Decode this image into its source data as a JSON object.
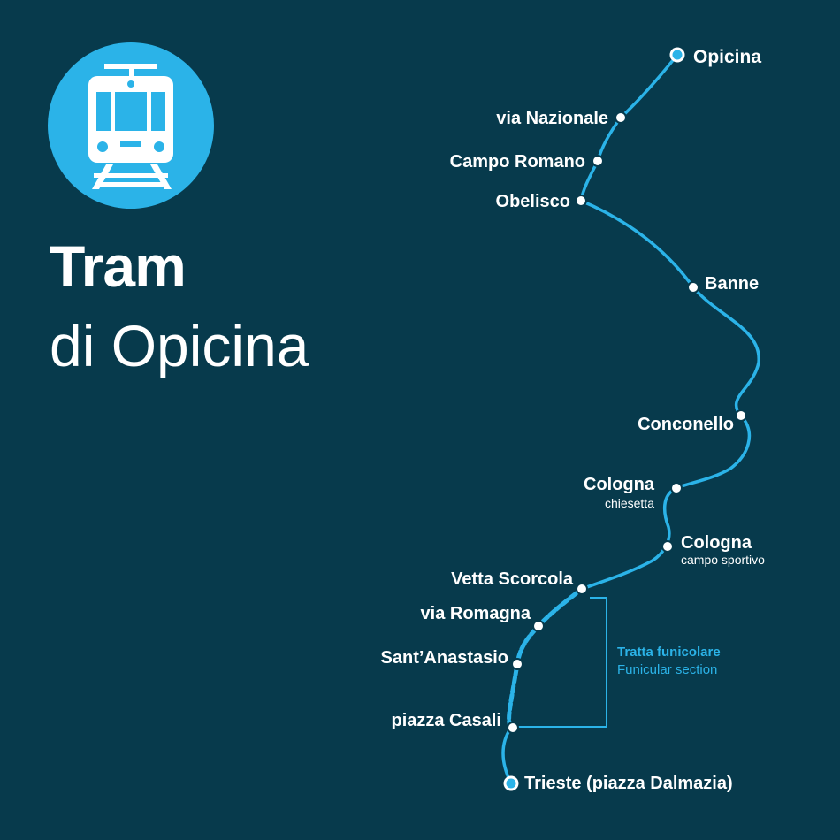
{
  "title": {
    "line1": "Tram",
    "line2": "di Opicina"
  },
  "icon": {
    "name": "tram-icon",
    "circle_color": "#2bb3e8",
    "glyph_color": "#ffffff"
  },
  "colors": {
    "background": "#073a4c",
    "line": "#2bb3e8",
    "text": "#ffffff",
    "funicular_label": "#2bb3e8"
  },
  "stops": [
    {
      "id": "opicina",
      "name": "Opicina",
      "terminus": true
    },
    {
      "id": "via-nazionale",
      "name": "via Nazionale"
    },
    {
      "id": "campo-romano",
      "name": "Campo Romano"
    },
    {
      "id": "obelisco",
      "name": "Obelisco"
    },
    {
      "id": "banne",
      "name": "Banne"
    },
    {
      "id": "conconello",
      "name": "Conconello"
    },
    {
      "id": "cologna-chiesetta",
      "name": "Cologna",
      "sub": "chiesetta"
    },
    {
      "id": "cologna-campo",
      "name": "Cologna",
      "sub": "campo sportivo"
    },
    {
      "id": "vetta-scorcola",
      "name": "Vetta Scorcola"
    },
    {
      "id": "via-romagna",
      "name": "via Romagna"
    },
    {
      "id": "sant-anastasio",
      "name": "Sant’Anastasio"
    },
    {
      "id": "piazza-casali",
      "name": "piazza Casali"
    },
    {
      "id": "trieste",
      "name": "Trieste",
      "suffix": "(piazza Dalmazia)",
      "terminus": true
    }
  ],
  "funicular": {
    "label_it": "Tratta funicolare",
    "label_en": "Funicular section"
  }
}
